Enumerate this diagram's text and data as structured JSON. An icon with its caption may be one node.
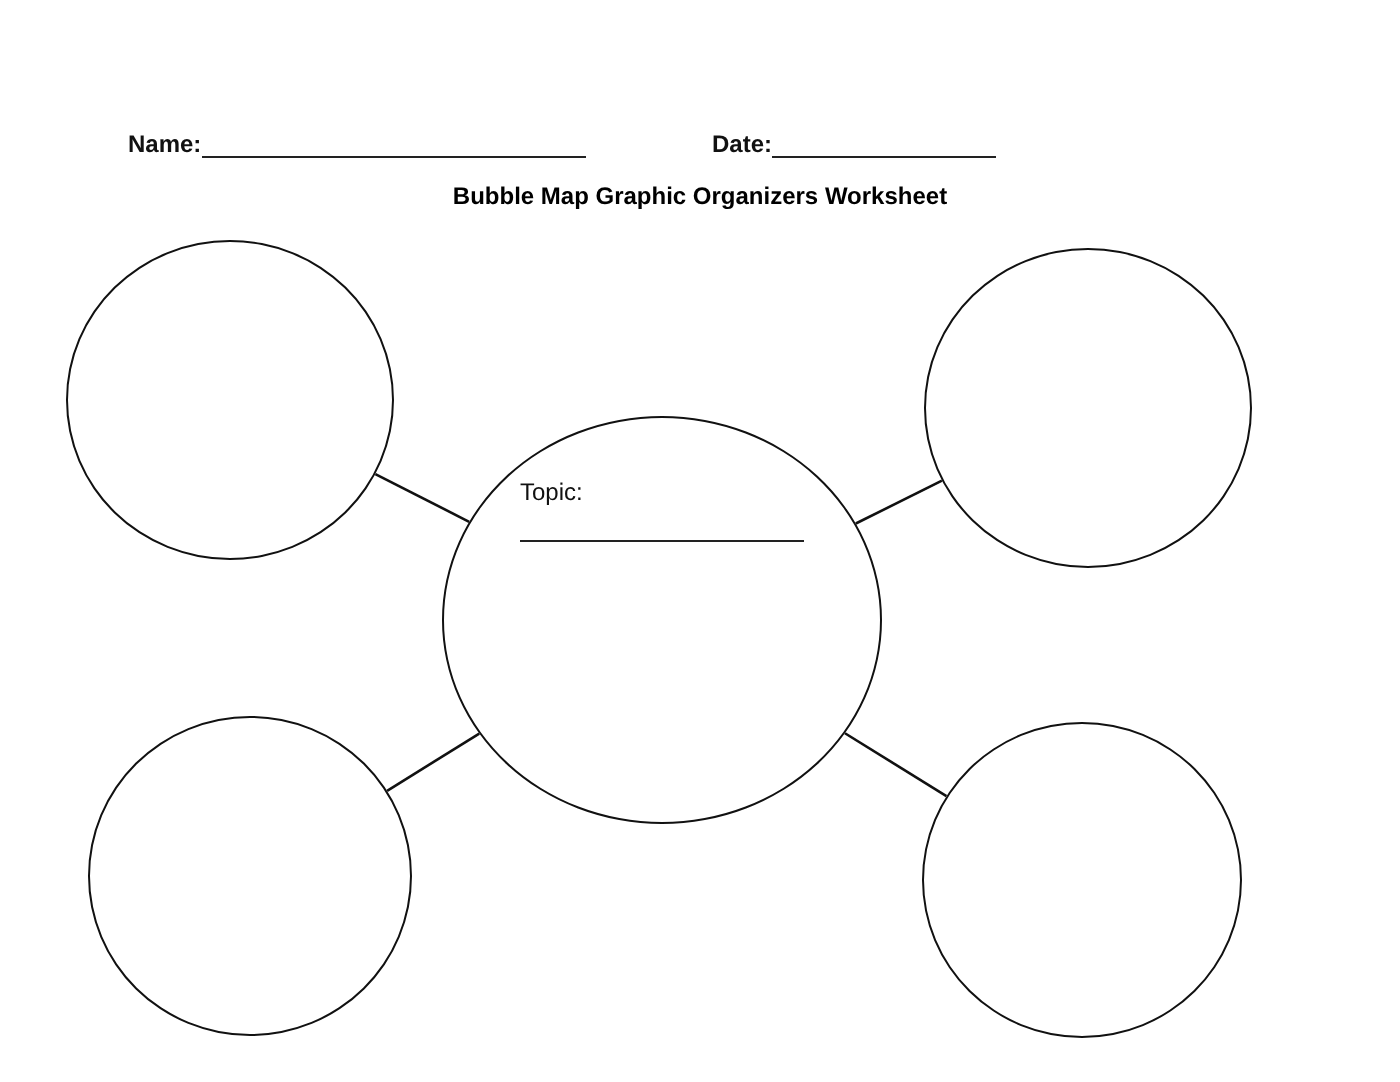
{
  "diagram": {
    "title": "Bubble Map Graphic Organizers Worksheet",
    "nodes": [
      {
        "text": [],
        "shape": "circle"
      },
      {
        "text": [],
        "shape": "circle"
      },
      {
        "text": [
          "Topic:"
        ]
      },
      {
        "text": [],
        "shape": "circle"
      },
      {
        "text": [],
        "shape": "circle"
      }
    ],
    "edges": [
      {
        "from": 2,
        "to": 0,
        "arrow": "none"
      },
      {
        "from": 2,
        "to": 1,
        "arrow": "none"
      },
      {
        "from": 2,
        "to": 3,
        "arrow": "none"
      },
      {
        "from": 2,
        "to": 4,
        "arrow": "none"
      }
    ],
    "labels": [
      "Name:",
      "Date:"
    ]
  }
}
